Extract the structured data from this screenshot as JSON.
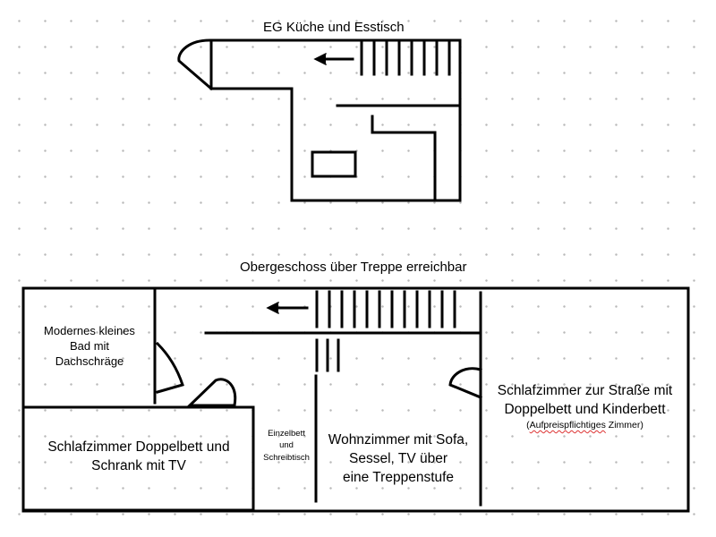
{
  "ground_floor": {
    "title": "EG Küche und Esstisch"
  },
  "upper_floor": {
    "title": "Obergeschoss über Treppe erreichbar",
    "rooms": {
      "bathroom": [
        "Modernes kleines",
        "Bad mit",
        "Dachschräge"
      ],
      "bedroom_left": [
        "Schlafzimmer Doppelbett und",
        "Schrank mit TV"
      ],
      "single_bed": [
        "Einzelbett",
        "und",
        "Schreibtisch"
      ],
      "living_room": [
        "Wohnzimmer mit Sofa,",
        "Sessel, TV über",
        "eine Treppenstufe"
      ],
      "bedroom_right": {
        "lines": [
          "Schlafzimmer zur Straße mit",
          "Doppelbett und Kinderbett"
        ],
        "note_open": "(",
        "note_flagged": "Aufpreispflichtiges",
        "note_close": " Zimmer)"
      }
    }
  }
}
